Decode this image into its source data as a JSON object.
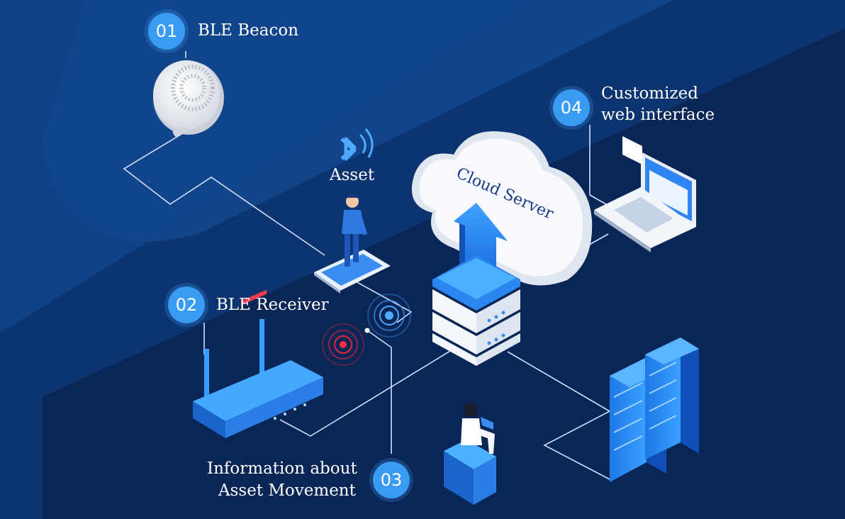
{
  "steps": [
    {
      "number": "01",
      "label": "BLE Beacon"
    },
    {
      "number": "02",
      "label": "BLE Receiver"
    },
    {
      "number": "03",
      "label_line1": "Information about",
      "label_line2": "Asset Movement"
    },
    {
      "number": "04",
      "label_line1": "Customized",
      "label_line2": "web interface"
    }
  ],
  "asset_label": "Asset",
  "cloud_label": "Cloud Server",
  "icons": [
    "ble-beacon-icon",
    "bluetooth-asset-icon",
    "person-icon",
    "tablet-icon",
    "router-icon",
    "cloud-icon",
    "upload-arrow-icon",
    "server-stack-icon",
    "laptop-icon",
    "server-rack-icon",
    "woman-with-laptop-icon",
    "signal-ripple-icon"
  ],
  "colors": {
    "background": "#0b2f66",
    "accent": "#3a9bf2",
    "signal": "#e5253a",
    "text": "#ffffff"
  }
}
